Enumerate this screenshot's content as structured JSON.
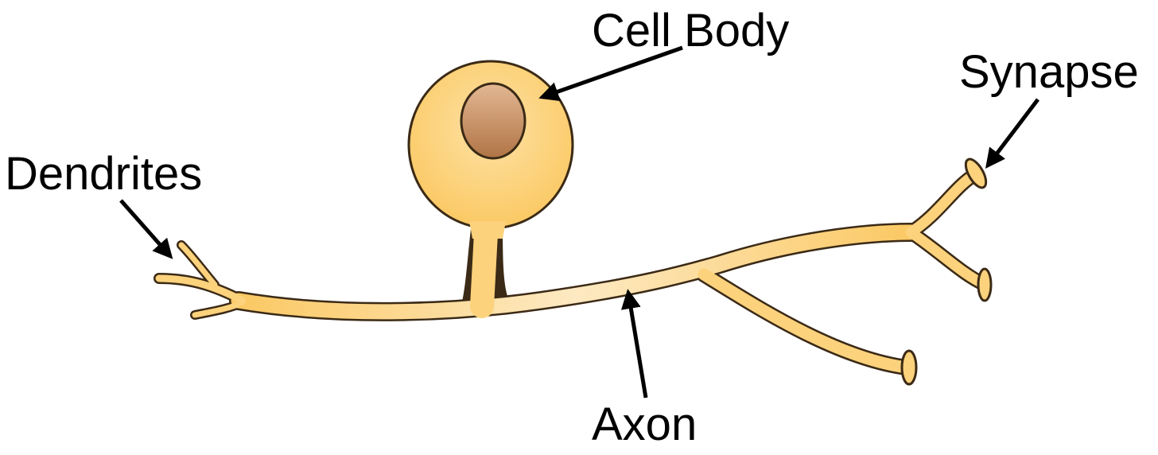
{
  "labels": {
    "cell_body": "Cell Body",
    "synapse": "Synapse",
    "dendrites": "Dendrites",
    "axon": "Axon"
  },
  "colors": {
    "cell_fill": "#fcd27c",
    "cell_fill_light": "#fde7b8",
    "outline": "#3b2a16",
    "nucleus_top": "#e0b08a",
    "nucleus_bottom": "#b47a4c",
    "arrow": "#000000"
  }
}
